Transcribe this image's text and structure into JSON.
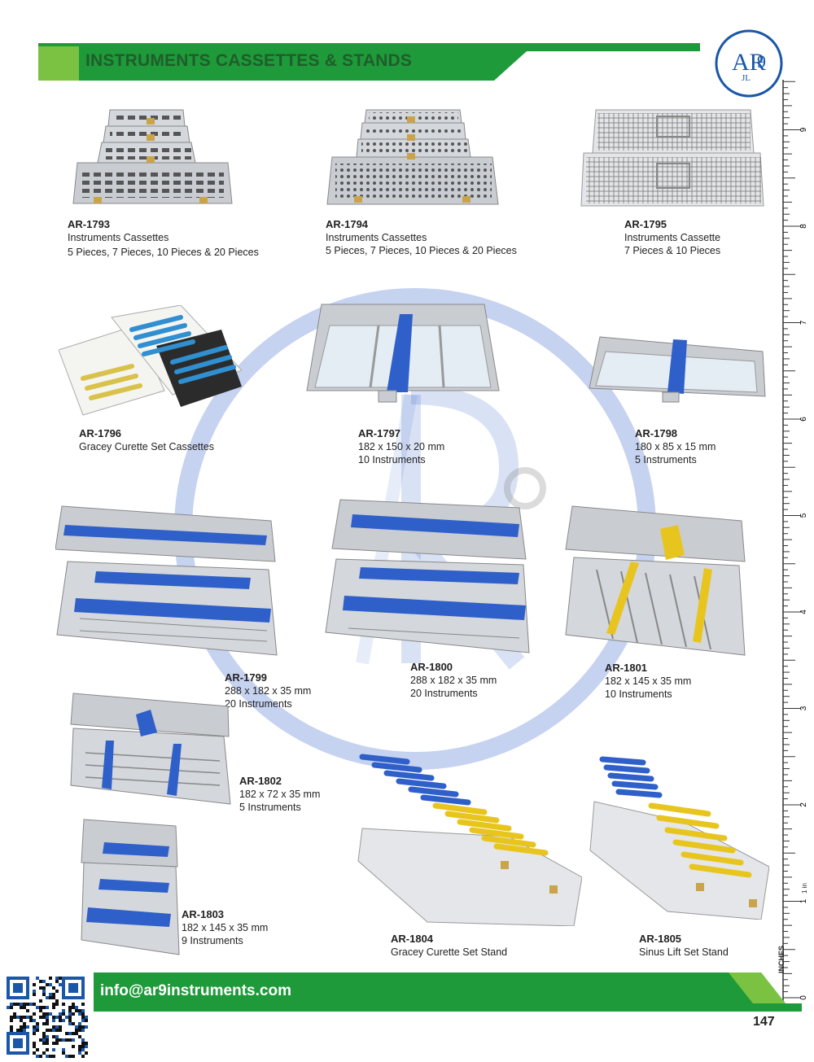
{
  "header": {
    "title": "INSTRUMENTS CASSETTES & STANDS"
  },
  "logo": {
    "text_main": "AR",
    "text_sub": "JL",
    "text_num": "9",
    "color": "#1a57a8"
  },
  "colors": {
    "green_dark": "#1e9a3a",
    "green_light": "#7cc242",
    "title_green": "#1f5d2a",
    "blue": "#2f5fc9",
    "yellow": "#e8c51e",
    "steel": "#c9cdd2"
  },
  "products": [
    {
      "pre": "AR",
      "num": "-1793",
      "lines": [
        "Instruments Cassettes",
        "5 Pieces, 7 Pieces, 10 Pieces & 20 Pieces"
      ]
    },
    {
      "pre": "AR",
      "num": "-1794",
      "lines": [
        "Instruments Cassettes",
        "5 Pieces, 7 Pieces, 10 Pieces & 20 Pieces"
      ]
    },
    {
      "pre": "AR",
      "num": "-1795",
      "lines": [
        "Instruments Cassette",
        "7 Pieces & 10 Pieces"
      ]
    },
    {
      "pre": "AR",
      "num": "-1796",
      "lines": [
        "Gracey Curette Set Cassettes"
      ]
    },
    {
      "pre": "AR",
      "num": "-1797",
      "lines": [
        "182 x 150 x 20 mm",
        "10 Instruments"
      ]
    },
    {
      "pre": "AR",
      "num": "-1798",
      "lines": [
        "180 x 85 x 15 mm",
        "5 Instruments"
      ]
    },
    {
      "pre": "AR",
      "num": "-1799",
      "lines": [
        "288 x 182 x 35 mm",
        "20 Instruments"
      ]
    },
    {
      "pre": "AR",
      "num": "-1800",
      "lines": [
        "288 x 182 x 35 mm",
        "20 Instruments"
      ]
    },
    {
      "pre": "AR",
      "num": "-1801",
      "lines": [
        "182 x 145 x 35 mm",
        "10 Instruments"
      ]
    },
    {
      "pre": "AR",
      "num": "-1802",
      "lines": [
        "182 x 72 x 35 mm",
        "5 Instruments"
      ]
    },
    {
      "pre": "AR",
      "num": "-1803",
      "lines": [
        "182 x 145 x 35 mm",
        "9 Instruments"
      ]
    },
    {
      "pre": "AR",
      "num": "-1804",
      "lines": [
        "Gracey Curette Set Stand"
      ]
    },
    {
      "pre": "AR",
      "num": "-1805",
      "lines": [
        "Sinus Lift Set Stand"
      ]
    }
  ],
  "ruler": {
    "unit_label": "INCHES",
    "inch_marker": "1 in",
    "numbers": [
      "0",
      "1",
      "2",
      "3",
      "4",
      "5",
      "6",
      "7",
      "8",
      "9"
    ]
  },
  "footer": {
    "email": "info@ar9instruments.com",
    "page_number": "147"
  },
  "qr_code": {
    "icon": "qr-code-icon"
  }
}
